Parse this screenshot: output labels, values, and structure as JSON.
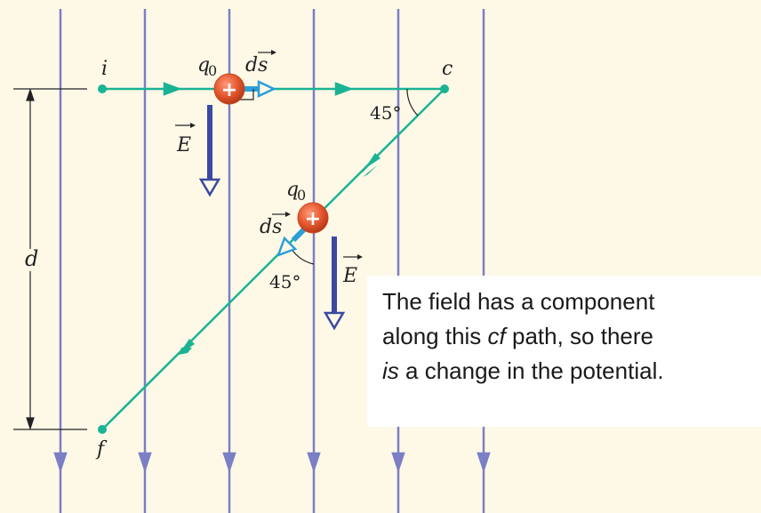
{
  "figure": {
    "labels": {
      "i": "i",
      "c": "c",
      "f": "f",
      "d": "d",
      "q0_top": "q",
      "q0_top_sub": "0",
      "q0_mid": "q",
      "q0_mid_sub": "0",
      "ds": "ds",
      "E": "E",
      "angle_top": "45°",
      "angle_bottom": "45°",
      "plus": "+"
    },
    "caption": {
      "line1": "The field has a component",
      "line2_a": "along this ",
      "line2_italic": "cf",
      "line2_b": " path, so there",
      "line3_italic": "is",
      "line3_b": " a  change in the potential."
    }
  },
  "colors": {
    "background": "#fef9e7",
    "field_lines": "#7b7fc4",
    "path": "#1ab394",
    "charge": "#e4572e",
    "E_vector": "#3b4aa0",
    "ds_vector": "#2a9fd8"
  }
}
